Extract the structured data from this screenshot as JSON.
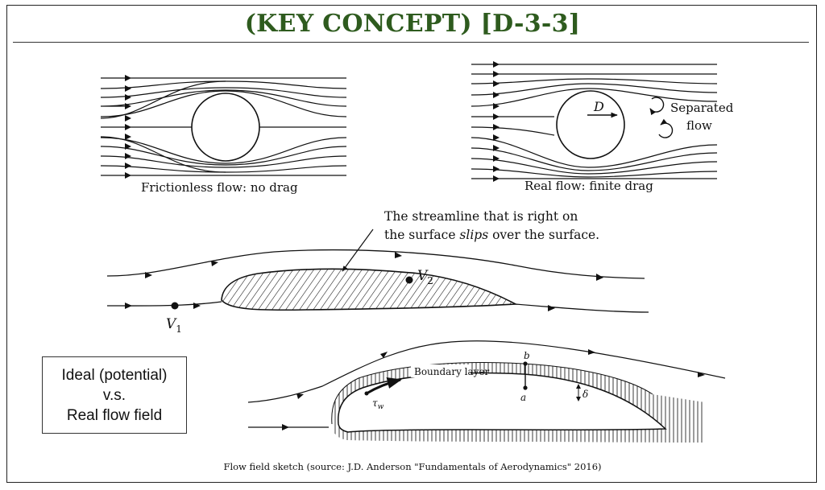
{
  "title": "(KEY CONCEPT) [D-3-3]",
  "top_left_diagram": {
    "caption": "Frictionless flow: no drag"
  },
  "top_right_diagram": {
    "caption": "Real flow: finite drag",
    "drag_label": "D",
    "separated_label_line1": "Separated",
    "separated_label_line2": "flow"
  },
  "airfoil_diagram": {
    "annotation_line1": "The streamline that is right on",
    "annotation_line2_pre": "the surface ",
    "annotation_line2_em": "slips",
    "annotation_line2_post": " over the surface.",
    "v1_symbol": "V",
    "v1_sub": "1",
    "v2_symbol": "V",
    "v2_sub": "2"
  },
  "boundary_layer_diagram": {
    "boundary_layer_label": "Boundary layer",
    "tau_symbol": "τ",
    "tau_sub": "w",
    "point_b": "b",
    "point_a": "a",
    "delta_symbol": "δ"
  },
  "note_box": {
    "line1": "Ideal (potential)",
    "line2": "v.s.",
    "line3": "Real flow field"
  },
  "source_caption": "Flow field sketch (source: J.D. Anderson \"Fundamentals of Aerodynamics\" 2016)"
}
